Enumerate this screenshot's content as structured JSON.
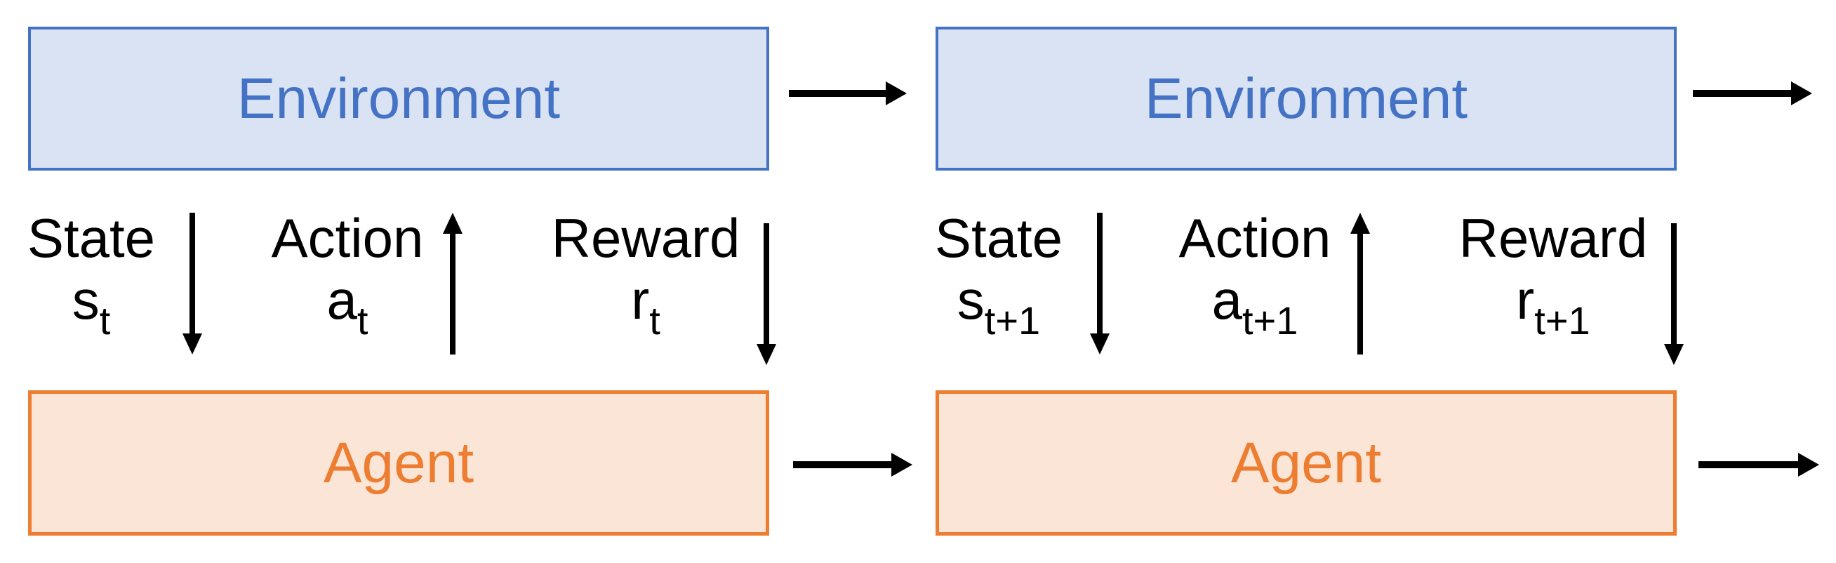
{
  "colors": {
    "env_fill": "#DAE3F3",
    "env_border": "#4472C4",
    "env_text": "#4472C4",
    "agent_fill": "#FBE5D6",
    "agent_border": "#ED7D31",
    "agent_text": "#ED7D31",
    "ink": "#000000"
  },
  "columns": [
    {
      "environment_label": "Environment",
      "agent_label": "Agent",
      "signals": [
        {
          "name": "State",
          "symbol": "s",
          "subscript": "t",
          "direction": "down"
        },
        {
          "name": "Action",
          "symbol": "a",
          "subscript": "t",
          "direction": "up"
        },
        {
          "name": "Reward",
          "symbol": "r",
          "subscript": "t",
          "direction": "down"
        }
      ]
    },
    {
      "environment_label": "Environment",
      "agent_label": "Agent",
      "signals": [
        {
          "name": "State",
          "symbol": "s",
          "subscript": "t+1",
          "direction": "down"
        },
        {
          "name": "Action",
          "symbol": "a",
          "subscript": "t+1",
          "direction": "up"
        },
        {
          "name": "Reward",
          "symbol": "r",
          "subscript": "t+1",
          "direction": "down"
        }
      ]
    }
  ]
}
